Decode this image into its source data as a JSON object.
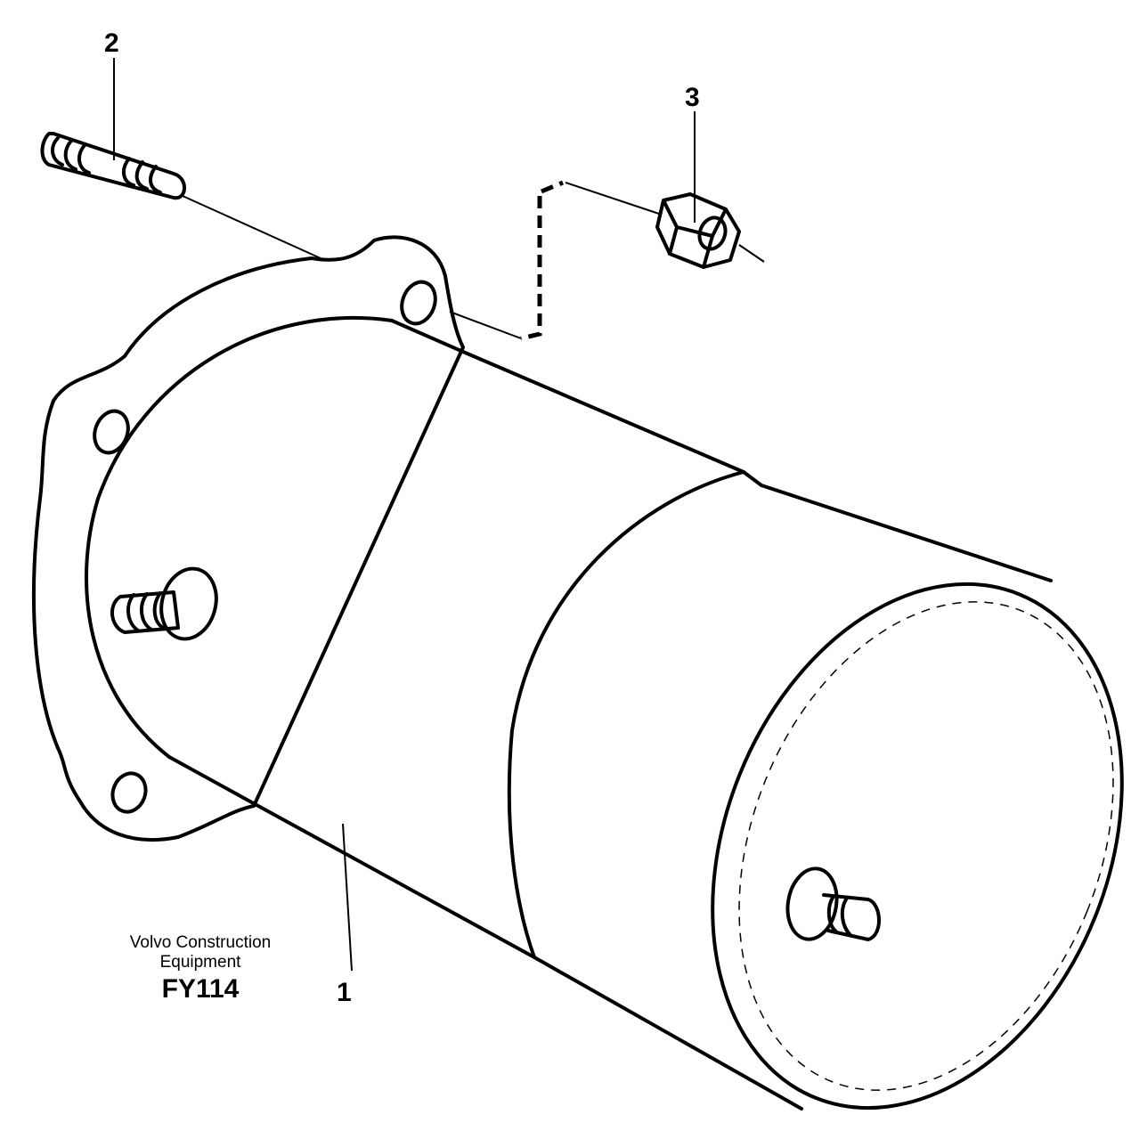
{
  "callouts": [
    {
      "number": "1",
      "part": "starter-motor"
    },
    {
      "number": "2",
      "part": "stud"
    },
    {
      "number": "3",
      "part": "nut"
    }
  ],
  "caption": {
    "line1": "Volvo Construction",
    "line2": "Equipment",
    "code": "FY114"
  }
}
